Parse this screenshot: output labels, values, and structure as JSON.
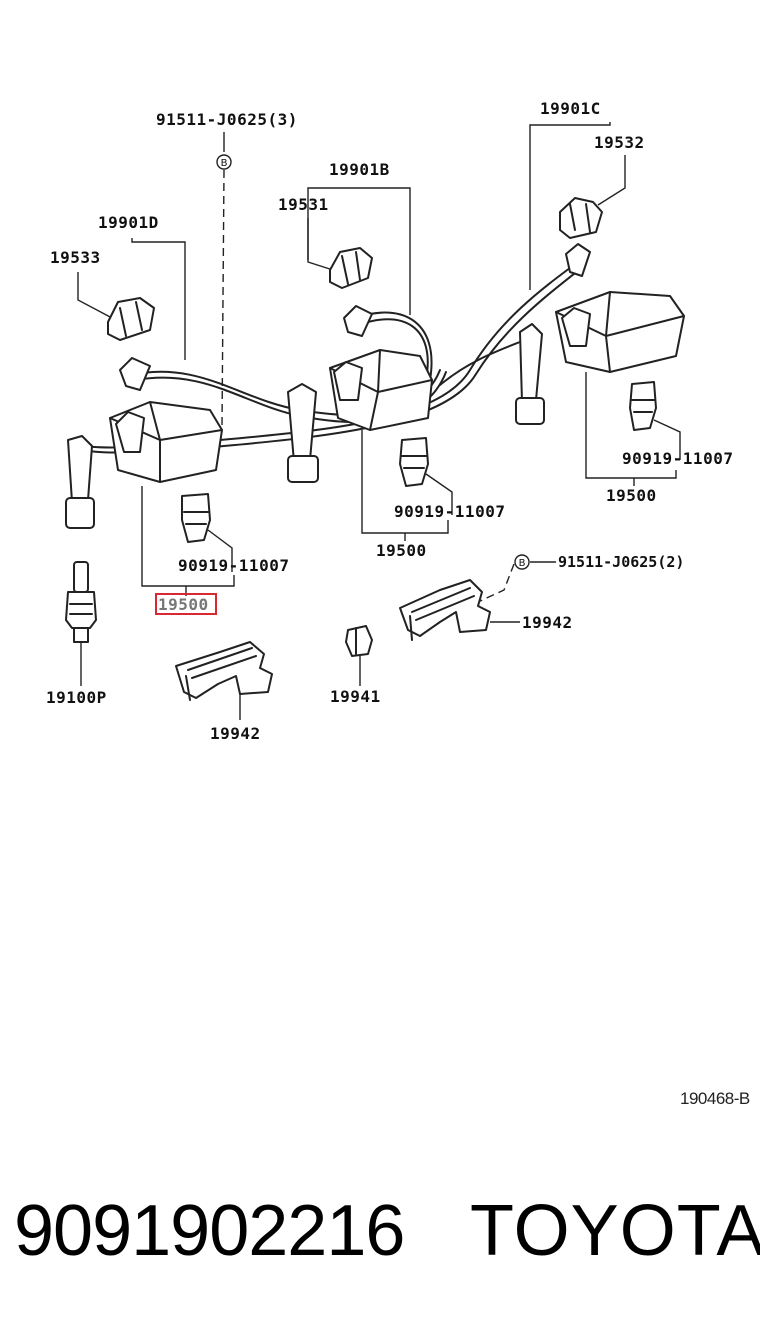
{
  "labels": {
    "bolt_3": "91511-J0625(3)",
    "bolt_2": "91511-J0625(2)",
    "cord_c": "19901C",
    "cord_b": "19901B",
    "cord_d": "19901D",
    "cap_532": "19532",
    "cap_531": "19531",
    "cap_533": "19533",
    "plug_1": "90919-11007",
    "plug_2": "90919-11007",
    "plug_3": "90919-11007",
    "coil_1": "19500",
    "coil_2": "19500",
    "coil_3_highlighted": "19500",
    "spark_plug": "19100P",
    "clamp_1": "19942",
    "clamp_2": "19942",
    "clip": "19941",
    "bolt_marker": "B"
  },
  "highlight_color": "#d9282f",
  "ref_code": "190468-B",
  "part_number": "9091902216",
  "brand": "TOYOTA"
}
